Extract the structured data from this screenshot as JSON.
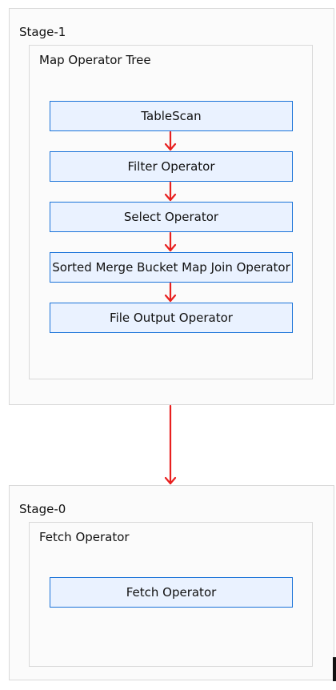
{
  "colors": {
    "stage_border": "#d9d9d9",
    "stage_background": "#fbfbfb",
    "operator_fill": "#eaf2ff",
    "operator_border": "#1a73d9",
    "arrow": "#e8201f"
  },
  "stages": [
    {
      "title": "Stage-1",
      "tree_title": "Map Operator Tree",
      "operators": [
        "TableScan",
        "Filter Operator",
        "Select Operator",
        "Sorted Merge Bucket Map Join Operator",
        "File Output Operator"
      ]
    },
    {
      "title": "Stage-0",
      "tree_title": "Fetch Operator",
      "operators": [
        "Fetch Operator"
      ]
    }
  ]
}
